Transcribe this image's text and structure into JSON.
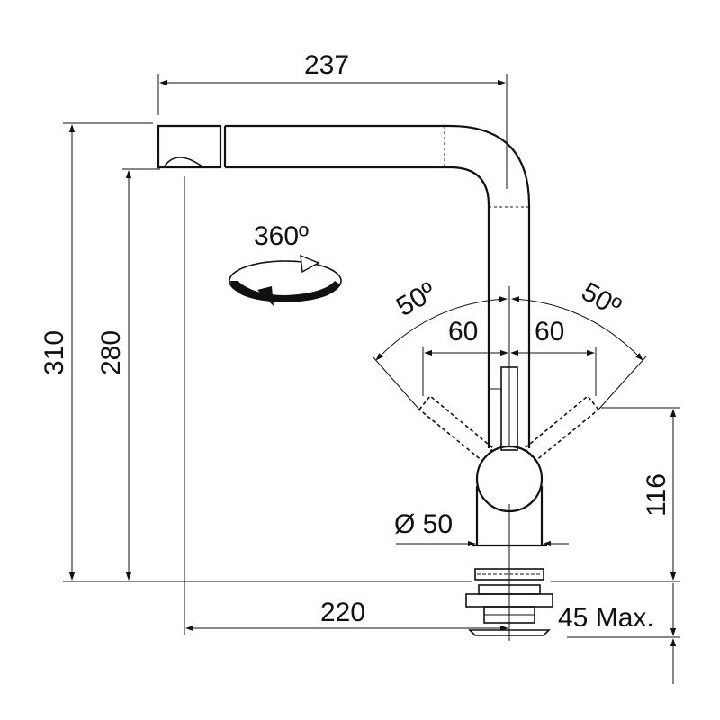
{
  "drawing": {
    "ink_color": "#111111",
    "background": "#ffffff",
    "rotation_label": "360º",
    "rotation_icon": "rotate-arrow-icon",
    "dimensions": {
      "spout_reach_top": "237",
      "total_height": "310",
      "spout_height": "280",
      "lever_angle_left": "50º",
      "lever_angle_right": "50º",
      "lever_offset_left": "60",
      "lever_offset_right": "60",
      "body_height": "116",
      "base_diameter": "Ø 50",
      "spout_reach_bottom": "220",
      "mount_thickness": "45 Max."
    }
  }
}
